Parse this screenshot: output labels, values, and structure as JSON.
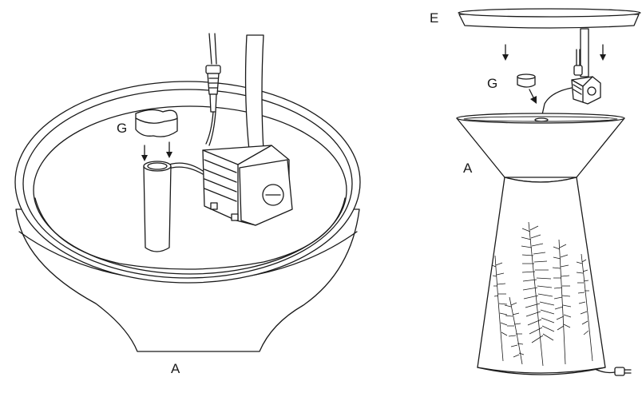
{
  "figure_left": {
    "labels": {
      "pump_cover": "G",
      "bowl": "A"
    }
  },
  "figure_right": {
    "labels": {
      "top_tray": "E",
      "pump_cover": "G",
      "bowl": "A"
    }
  }
}
